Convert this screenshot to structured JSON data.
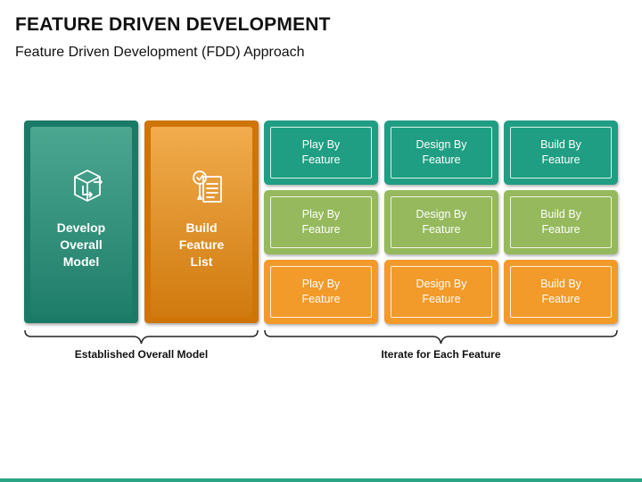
{
  "header": {
    "title": "FEATURE DRIVEN DEVELOPMENT",
    "subtitle": "Feature Driven Development (FDD) Approach"
  },
  "phases": [
    {
      "label": "Develop\nOverall\nModel",
      "icon": "3d-model-cube-icon",
      "color": "#1f8a73"
    },
    {
      "label": "Build\nFeature\nList",
      "icon": "feature-checklist-icon",
      "color": "#e38a1c"
    }
  ],
  "grid": {
    "rows": [
      {
        "color": "#1f9e83",
        "cells": [
          "Play By\nFeature",
          "Design By\nFeature",
          "Build By\nFeature"
        ]
      },
      {
        "color": "#95b95c",
        "cells": [
          "Play By\nFeature",
          "Design By\nFeature",
          "Build By\nFeature"
        ]
      },
      {
        "color": "#f29a2a",
        "cells": [
          "Play By\nFeature",
          "Design By\nFeature",
          "Build By\nFeature"
        ]
      }
    ]
  },
  "groups": {
    "left_label": "Established Overall Model",
    "right_label": "Iterate for Each Feature"
  },
  "accent_color": "#2aa484"
}
